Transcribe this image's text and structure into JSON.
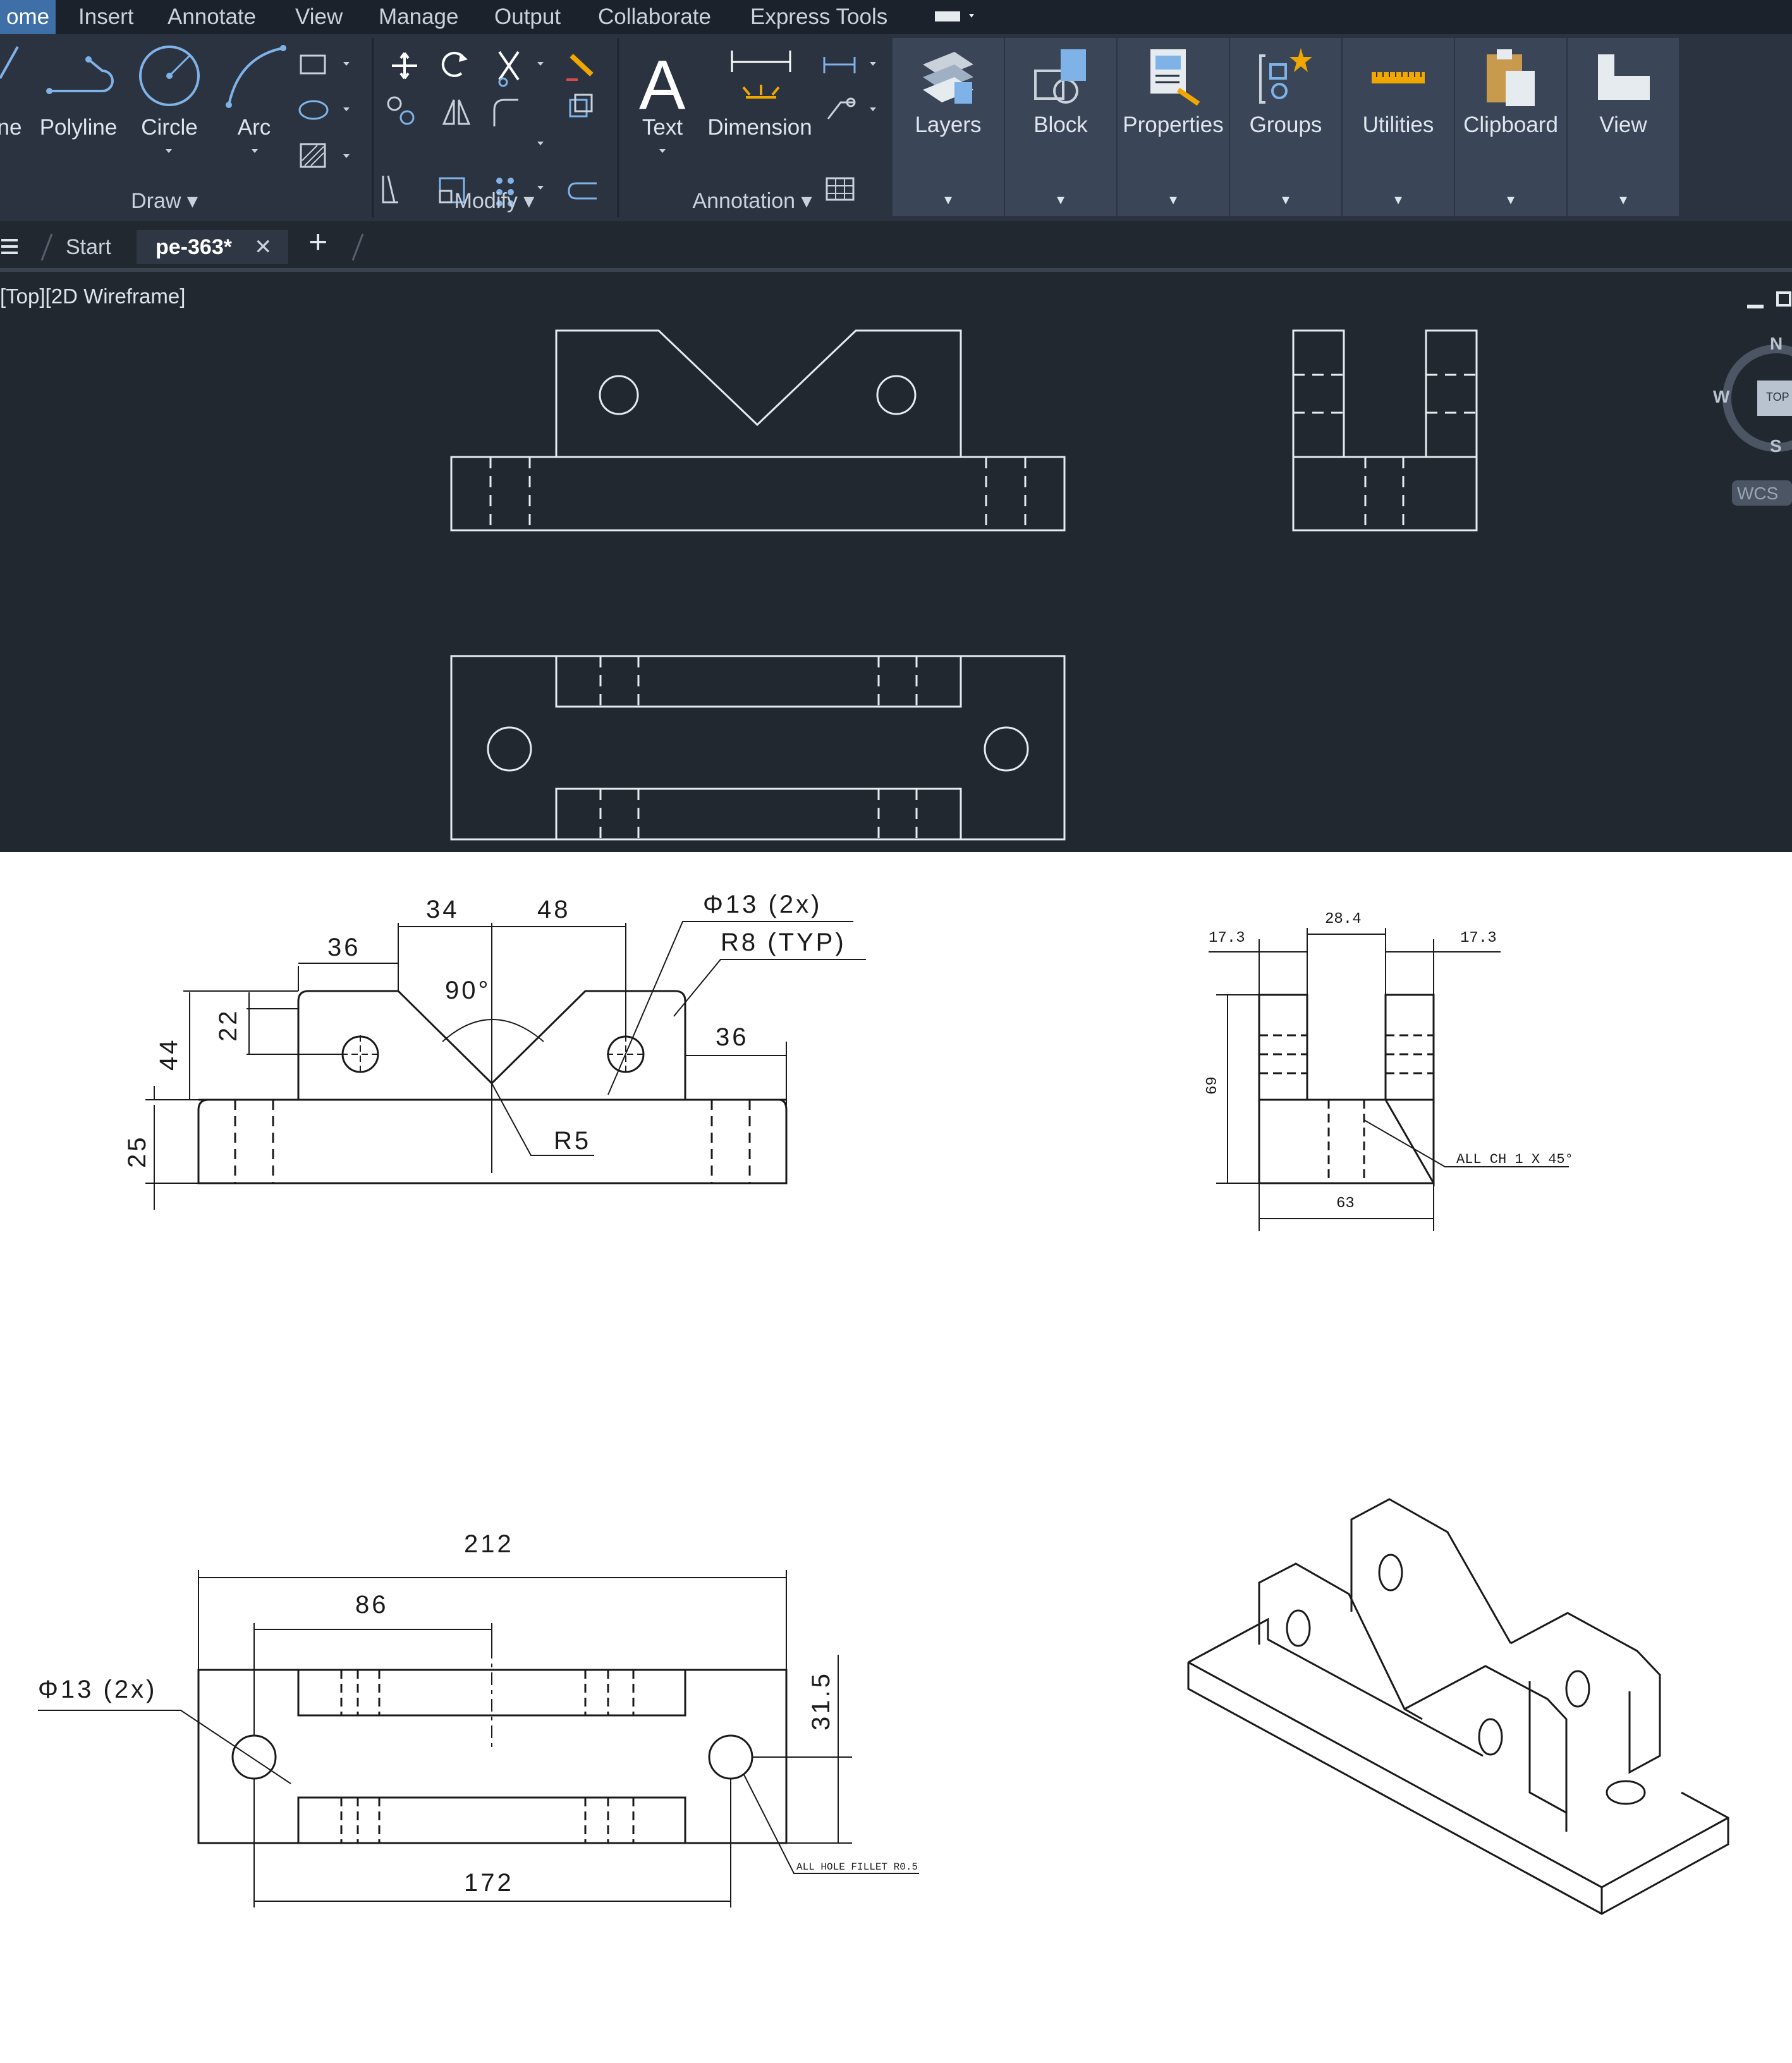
{
  "menu": {
    "tabs": [
      "ome",
      "Insert",
      "Annotate",
      "View",
      "Manage",
      "Output",
      "Collaborate",
      "Express Tools"
    ]
  },
  "ribbon": {
    "draw_tools": [
      "ne",
      "Polyline",
      "Circle",
      "Arc"
    ],
    "text_tool": "Text",
    "dimension_tool": "Dimension",
    "panels": [
      "Draw",
      "Modify",
      "Annotation"
    ],
    "big_buttons": [
      "Layers",
      "Block",
      "Properties",
      "Groups",
      "Utilities",
      "Clipboard",
      "View"
    ]
  },
  "tabs": {
    "start": "Start",
    "active_file": "pe-363*",
    "close_glyph": "✕",
    "new_tab_glyph": "+"
  },
  "viewport": {
    "label": "[Top][2D Wireframe]",
    "viewcube": {
      "n": "N",
      "s": "S",
      "w": "W",
      "top": "TOP",
      "wcs": "WCS"
    }
  },
  "drawing": {
    "front": {
      "dims": [
        "36",
        "34",
        "48",
        "Φ13 (2x)",
        "R8 (TYP)",
        "90°",
        "22",
        "44",
        "25",
        "36",
        "R5"
      ]
    },
    "side": {
      "dims": [
        "17.3",
        "28.4",
        "17.3",
        "69",
        "63",
        "ALL CH 1 X 45°"
      ]
    },
    "top": {
      "dims": [
        "212",
        "86",
        "Φ13 (2x)",
        "31.5",
        "172",
        "ALL HOLE FILLET R0.5"
      ]
    }
  },
  "colors": {
    "cad_background": "#212830",
    "ribbon": "#2b3340",
    "menubar": "#1c222b",
    "active_tab": "#3e6fa6",
    "paper": "#ffffff",
    "ink": "#1a1a1a"
  }
}
